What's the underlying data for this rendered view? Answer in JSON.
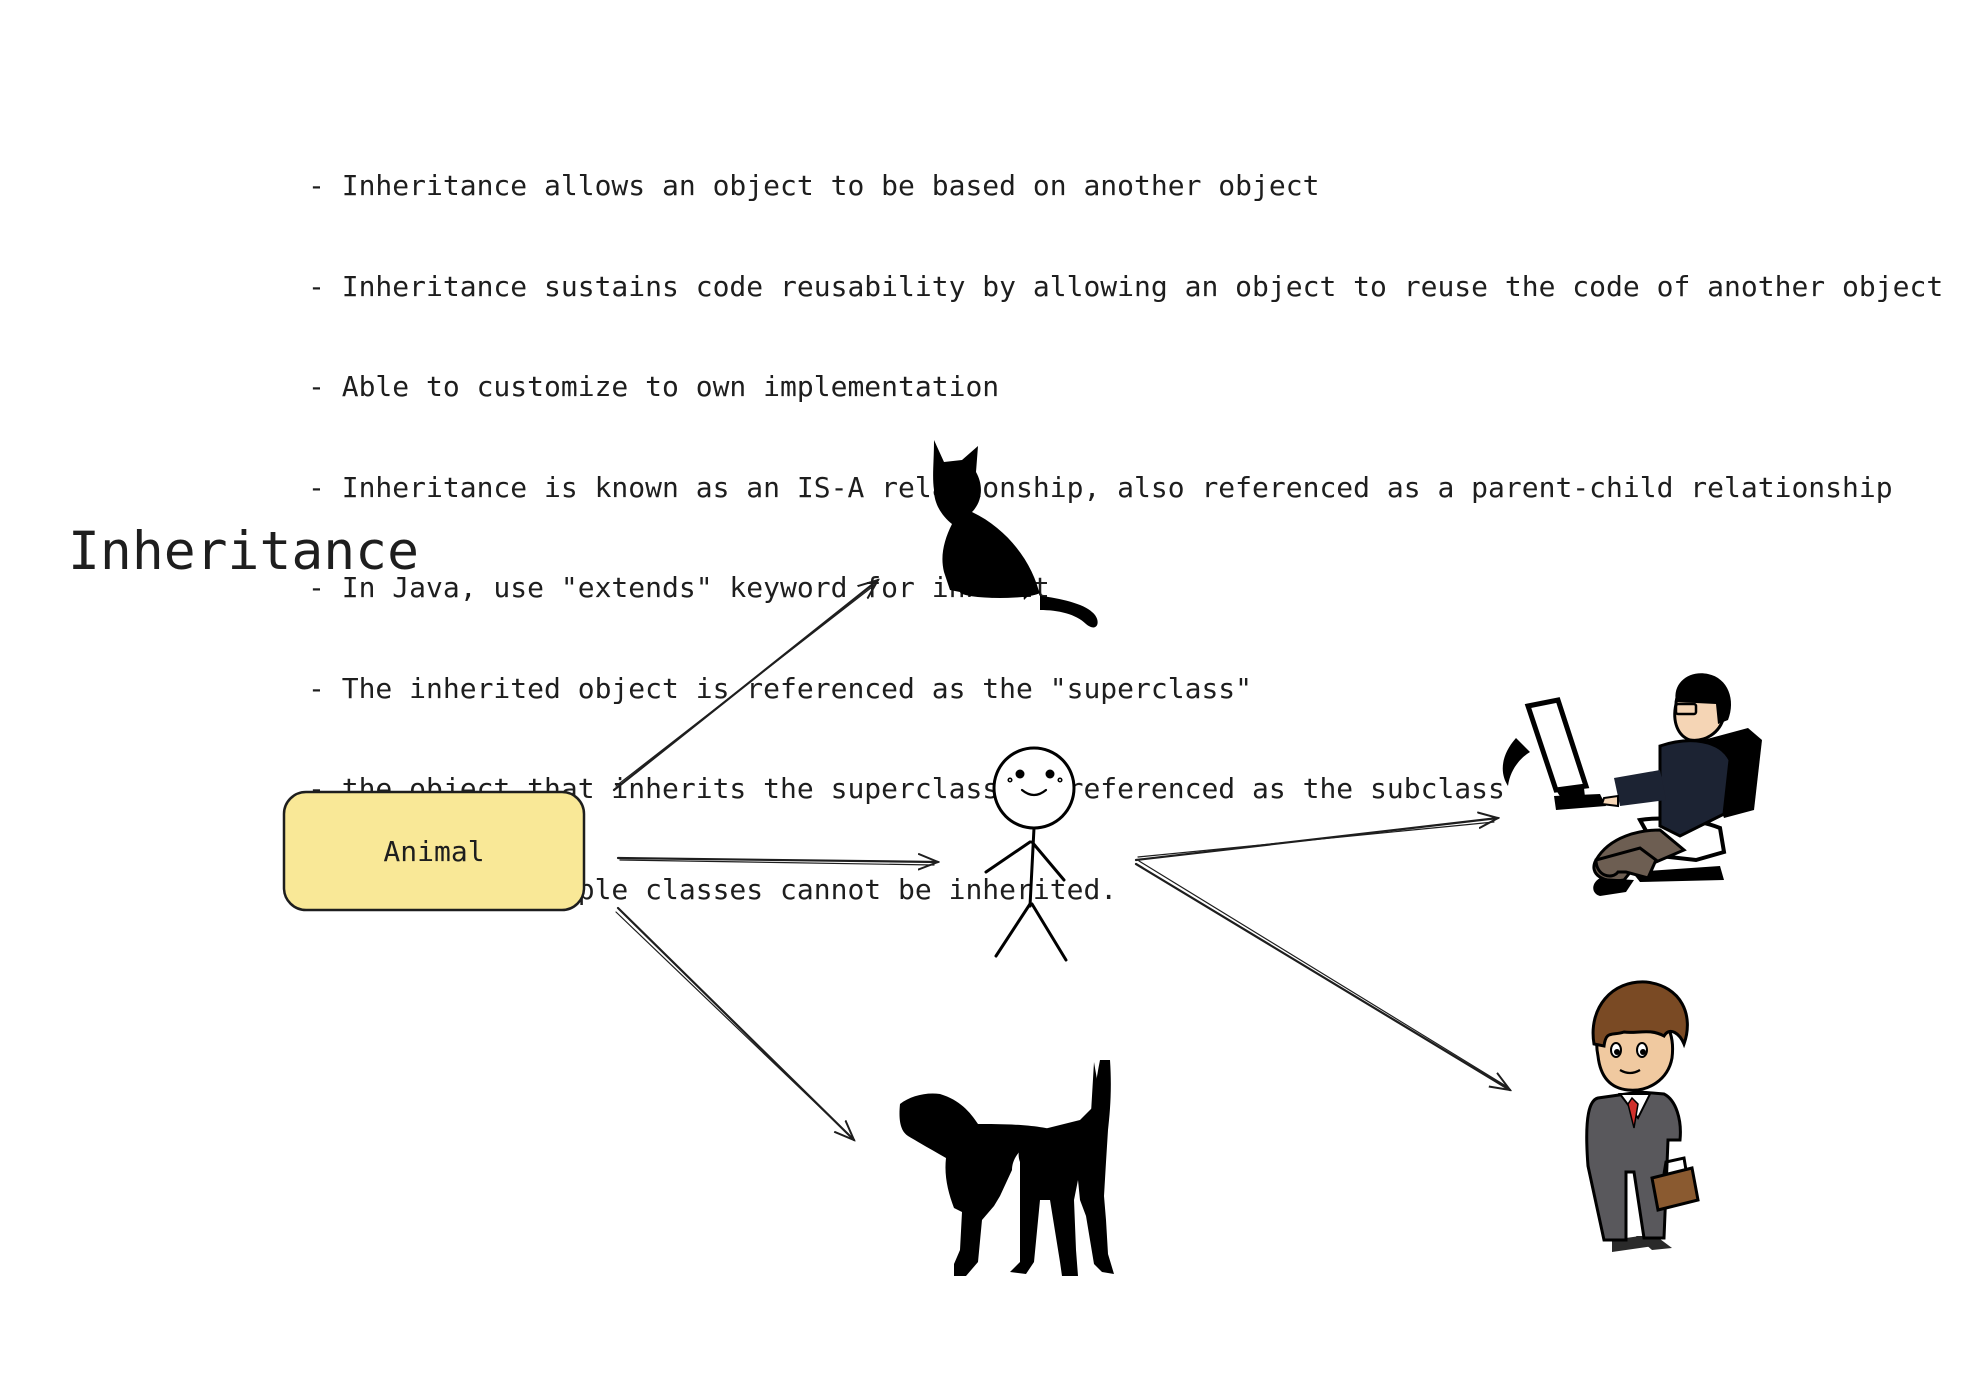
{
  "notes": [
    "- Inheritance allows an object to be based on another object",
    "- Inheritance sustains code reusability by allowing an object to reuse the code of another object",
    "- Able to customize to own implementation",
    "- Inheritance is known as an IS-A relationship, also referenced as a parent-child relationship",
    "- In Java, use \"extends\" keyword for inherit",
    "- The inherited object is referenced as the \"superclass\"",
    "- the object that inherits the superclass is referenced as the subclass",
    "- In Java, multiple classes cannot be inherited."
  ],
  "title": "Inheritance",
  "root_node": {
    "label": "Animal",
    "fill": "#f9e897"
  },
  "illustrations": {
    "cat": "cat-silhouette",
    "human": "stick-figure",
    "dog": "dog-silhouette",
    "programmer": "programmer-at-computer",
    "businessman": "businessman-with-briefcase"
  },
  "colors": {
    "ink": "#1e1e1e",
    "box_fill": "#f9e897"
  }
}
